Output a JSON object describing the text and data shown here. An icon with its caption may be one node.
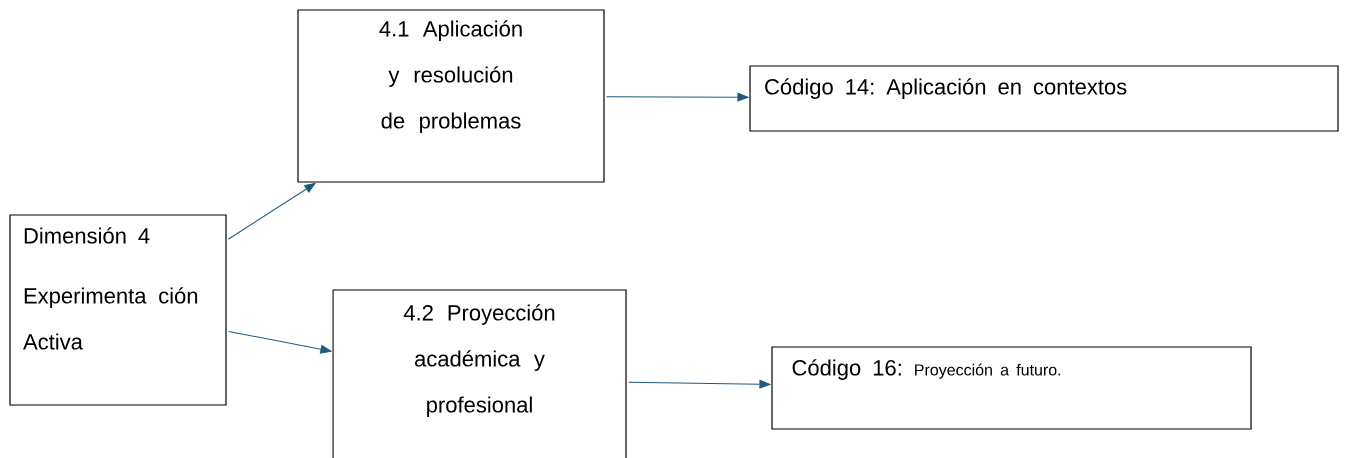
{
  "diagram": {
    "nodes": [
      {
        "text": [
          "Dimensión 4",
          "Experimenta ción Activa"
        ]
      },
      {
        "text": [
          "4.1 Aplicación y resolución de problemas"
        ]
      },
      {
        "text": [
          "Código 14: Aplicación en contextos"
        ]
      },
      {
        "text": [
          "4.2 Proyección académica y profesional"
        ]
      },
      {
        "text": [
          "Código 16:",
          "Proyección a futuro."
        ]
      }
    ],
    "edges": [
      {
        "from": 0,
        "to": 1,
        "arrow": "to"
      },
      {
        "from": 1,
        "to": 2,
        "arrow": "to"
      },
      {
        "from": 0,
        "to": 3,
        "arrow": "to"
      },
      {
        "from": 3,
        "to": 4,
        "arrow": "to"
      }
    ]
  }
}
